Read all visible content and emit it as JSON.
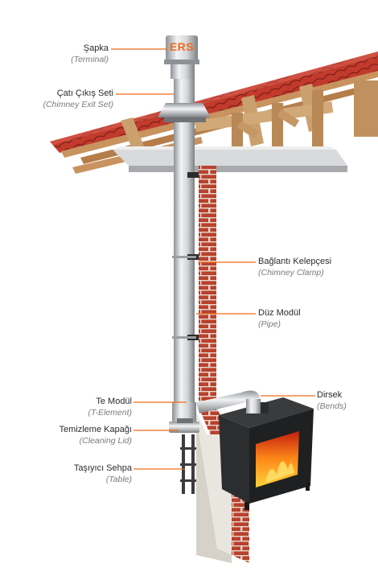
{
  "brand": {
    "logo_text": "ERS",
    "colors": {
      "accent": "#f26a1b",
      "brick": "#b8412d",
      "roof": "#b8382b",
      "steel": "#c9ccd0"
    }
  },
  "labels": [
    {
      "tr": "Şapka",
      "en": "(Terminal)"
    },
    {
      "tr": "Çatı Çıkış Seti",
      "en": "(Chimney Exit Set)"
    },
    {
      "tr": "Bağlantı Kelepçesi",
      "en": "(Chimney Clamp)"
    },
    {
      "tr": "Düz Modül",
      "en": "(Pipe)"
    },
    {
      "tr": "Dirsek",
      "en": "(Bends)"
    },
    {
      "tr": "Te Modül",
      "en": "(T-Element)"
    },
    {
      "tr": "Temizleme Kapağı",
      "en": "(Cleaning Lid)"
    },
    {
      "tr": "Taşıyıcı Sehpa",
      "en": "(Table)"
    }
  ]
}
